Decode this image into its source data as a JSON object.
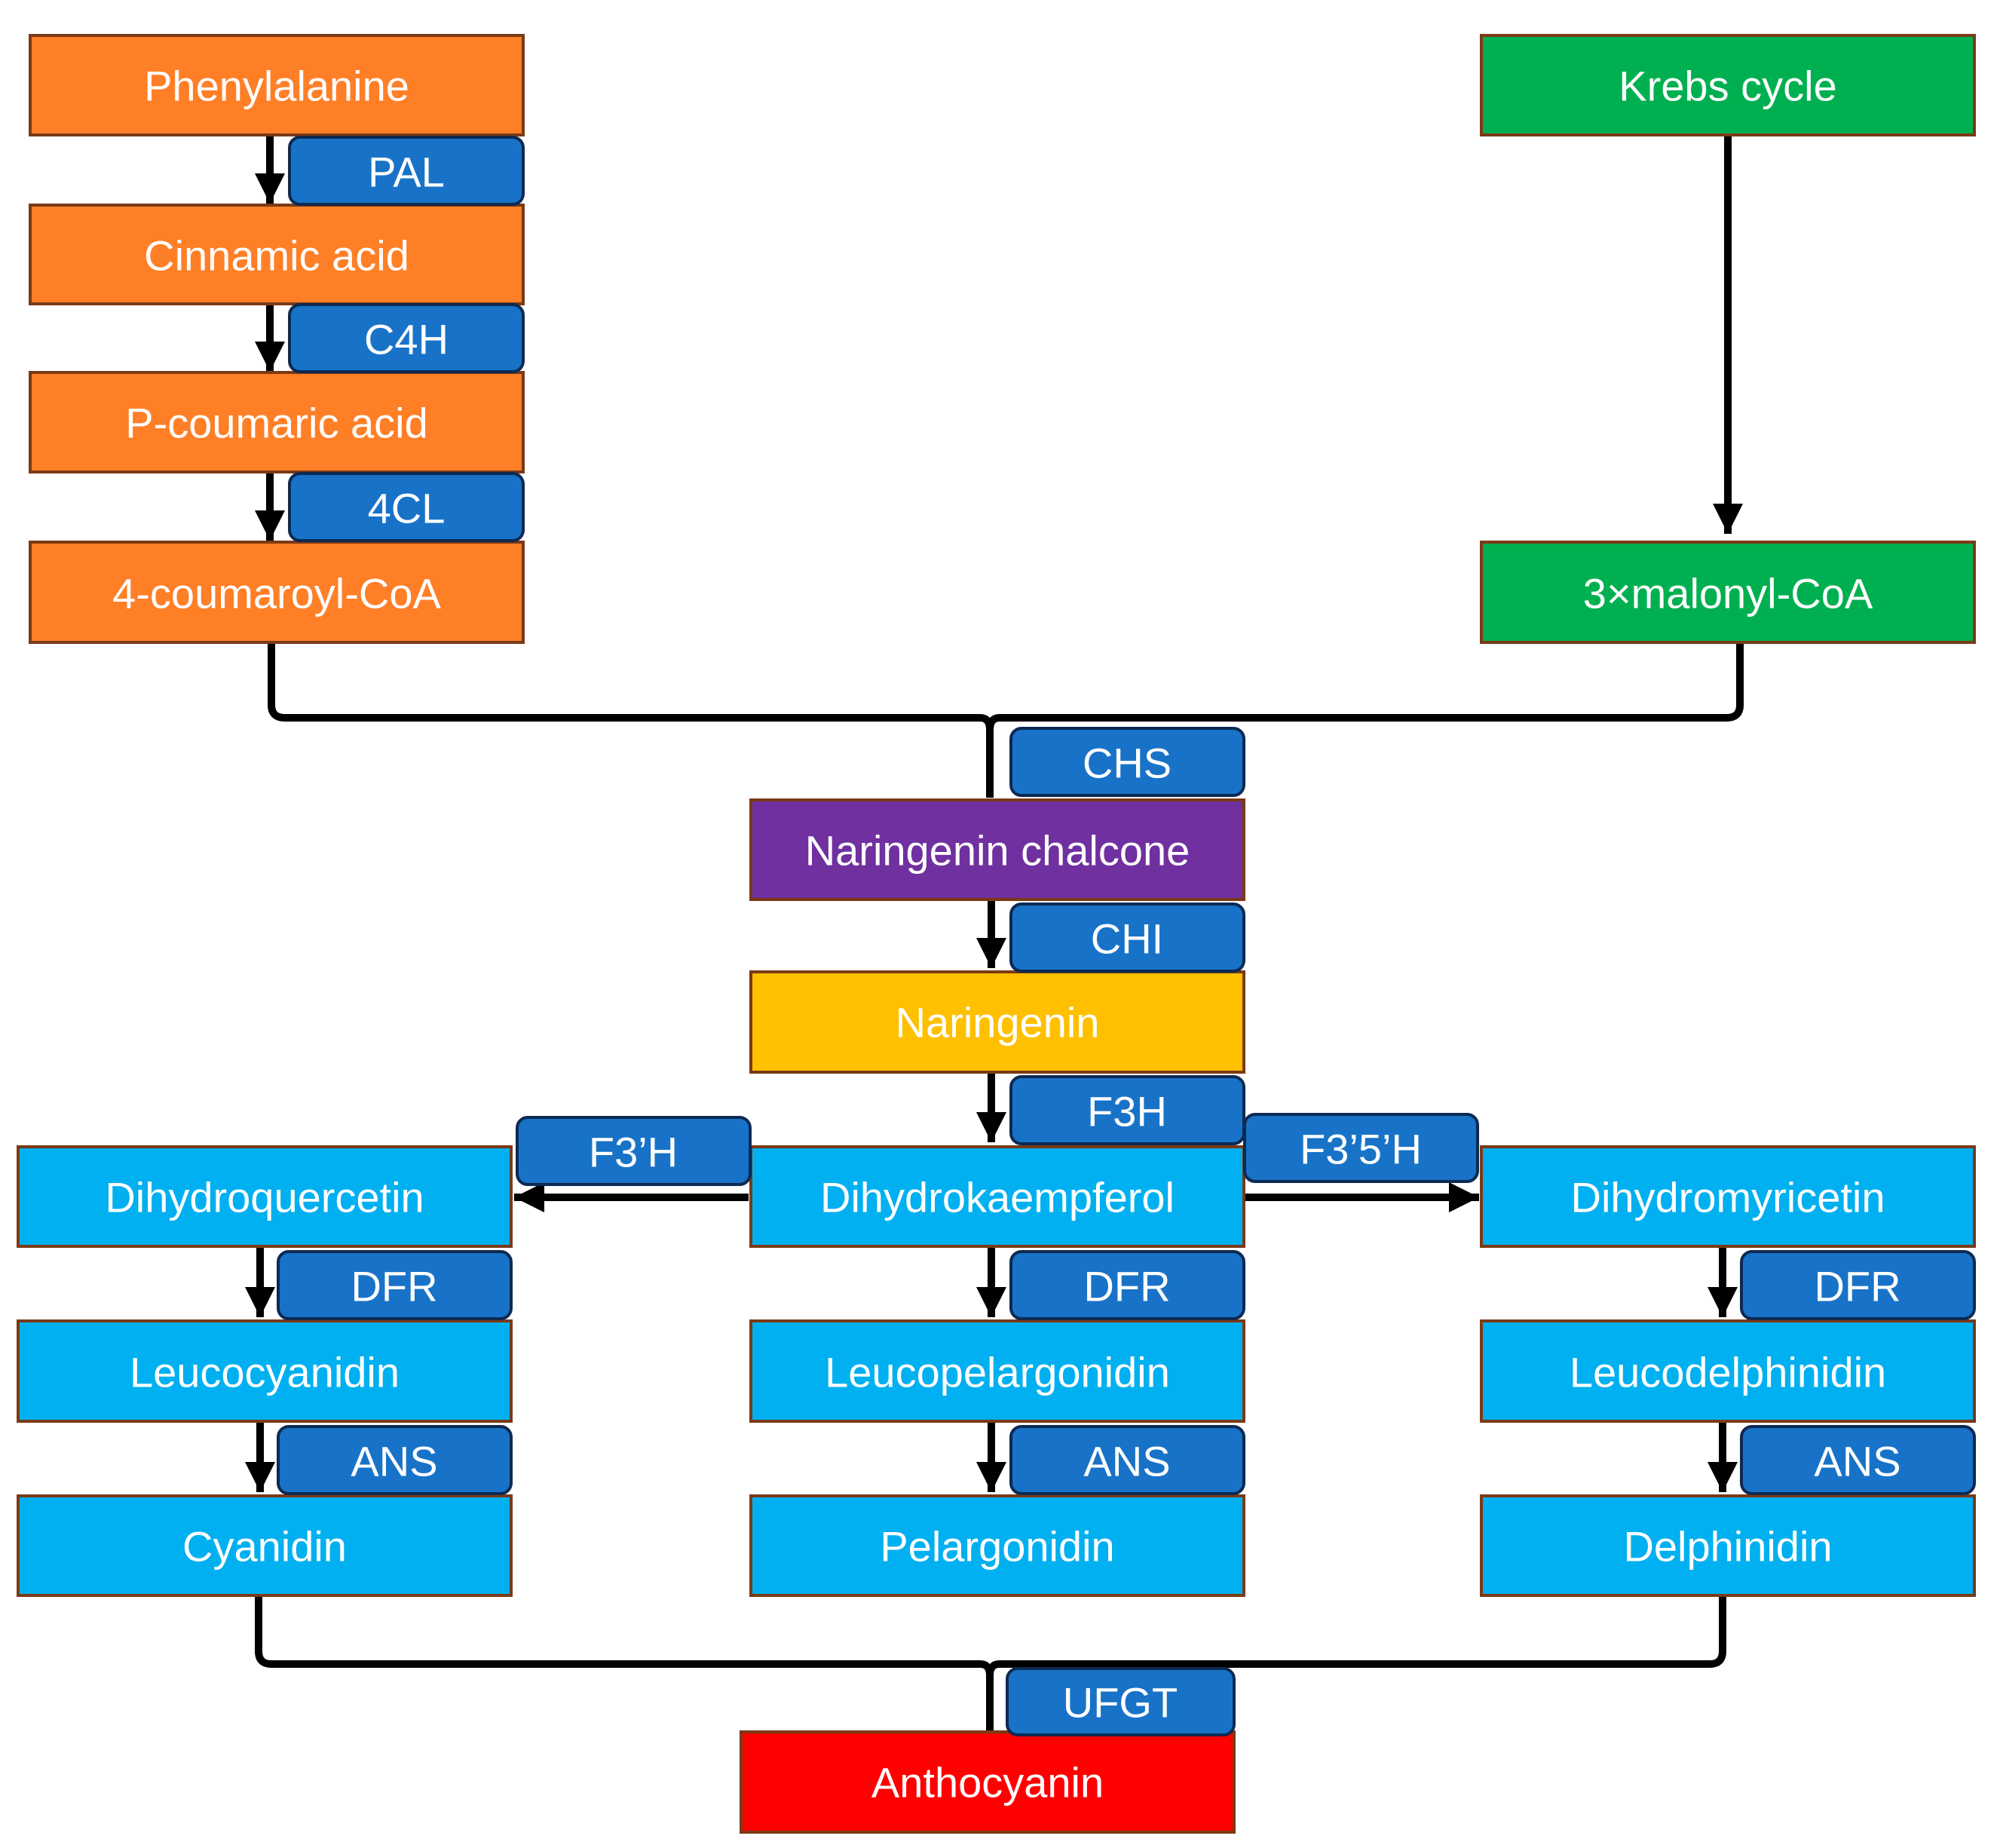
{
  "colors": {
    "phenylpropanoid": "#FF7F27",
    "krebs": "#00B050",
    "chalcone": "#7030A0",
    "naringenin": "#FFC000",
    "flavonoid": "#00B0F0",
    "anthocyanin": "#FF0000",
    "enzyme": "#1873C8"
  },
  "compounds": {
    "phenylalanine": "Phenylalanine",
    "cinnamic_acid": "Cinnamic acid",
    "p_coumaric_acid": "P-coumaric acid",
    "coumaroyl_coa": "4-coumaroyl-CoA",
    "krebs_cycle": "Krebs cycle",
    "malonyl_coa": "3×malonyl-CoA",
    "naringenin_chalcone": "Naringenin chalcone",
    "naringenin": "Naringenin",
    "dihydroquercetin": "Dihydroquercetin",
    "dihydrokaempferol": "Dihydrokaempferol",
    "dihydromyricetin": "Dihydromyricetin",
    "leucocyanidin": "Leucocyanidin",
    "leucopelargonidin": "Leucopelargonidin",
    "leucodelphinidin": "Leucodelphinidin",
    "cyanidin": "Cyanidin",
    "pelargonidin": "Pelargonidin",
    "delphinidin": "Delphinidin",
    "anthocyanin": "Anthocyanin"
  },
  "enzymes": {
    "pal": "PAL",
    "c4h": "C4H",
    "cl4": "4CL",
    "chs": "CHS",
    "chi": "CHI",
    "f3h": "F3H",
    "f3ph": "F3’H",
    "f35h": "F3’5’H",
    "dfr_left": "DFR",
    "dfr_mid": "DFR",
    "dfr_right": "DFR",
    "ans_left": "ANS",
    "ans_mid": "ANS",
    "ans_right": "ANS",
    "ufgt": "UFGT"
  }
}
